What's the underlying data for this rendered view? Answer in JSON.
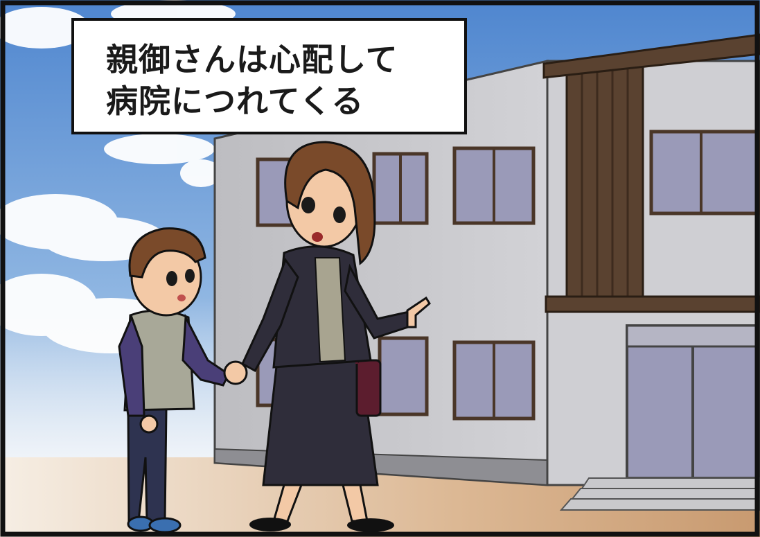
{
  "caption": {
    "lines": [
      "親御さんは心配して",
      "病院につれてくる"
    ]
  },
  "scene": {
    "building": "hospital-building",
    "figures": [
      "mother",
      "child"
    ],
    "gesture": "mother-pointing-at-building"
  },
  "colors": {
    "sky": "#6e9fd6",
    "building_wall": "#c8c8cc",
    "building_trim": "#5a4230",
    "window_glass": "#9a9ab8",
    "ground": "#d9b48e",
    "suit": "#2f2d3a",
    "child_shirt": "#a8a898",
    "child_sleeves": "#4a3f78",
    "child_pants": "#2e3350",
    "hair": "#7a4a2a",
    "panel_border": "#111111"
  }
}
